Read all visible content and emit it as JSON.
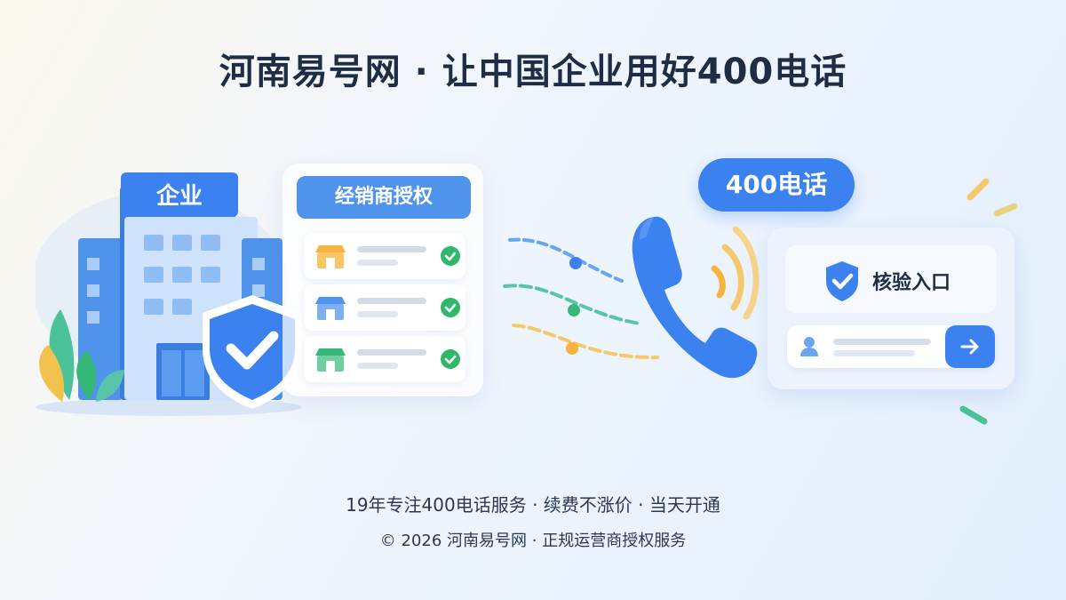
{
  "title": "河南易号网 · 让中国企业用好400电话",
  "enterprise": {
    "label": "企业"
  },
  "dealer": {
    "header": "经销商授权",
    "rows": [
      {
        "store_color": "#f5b340",
        "status": "checked"
      },
      {
        "store_color": "#4f93ec",
        "status": "checked"
      },
      {
        "store_color": "#35b878",
        "status": "checked"
      }
    ]
  },
  "phone": {
    "pill": "400电话"
  },
  "verify": {
    "label": "核验入口"
  },
  "footer": {
    "line1": "19年专注400电话服务 · 续费不涨价 · 当天开通",
    "line2": "© 2026 河南易号网 · 正规运营商授权服务"
  },
  "colors": {
    "primary": "#3b82f0",
    "check_green": "#2fb86a",
    "accent_orange": "#f5b340",
    "accent_teal": "#58c4a8"
  }
}
